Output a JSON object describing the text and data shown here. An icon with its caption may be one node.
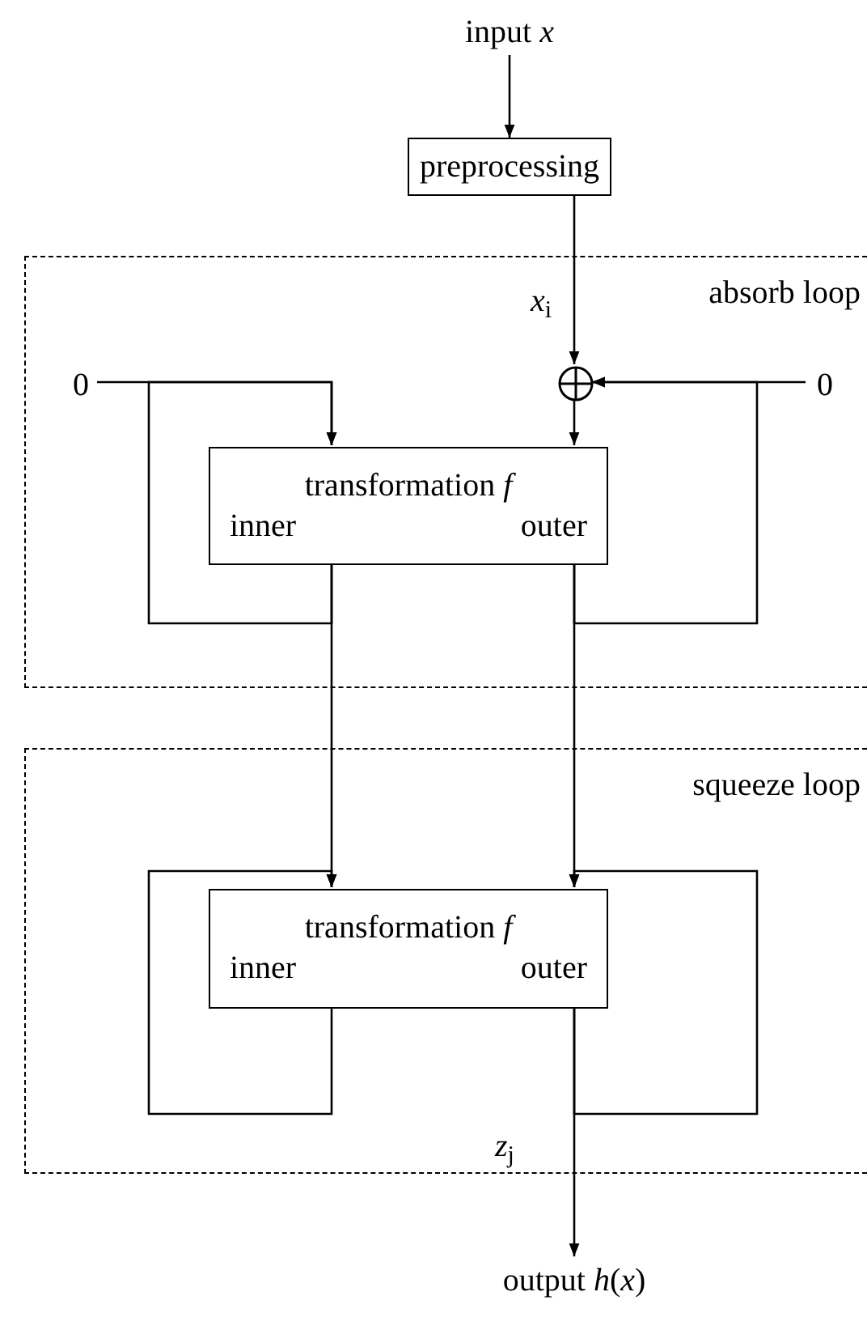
{
  "diagram": {
    "nodes": [
      {
        "text": [
          "input *x*"
        ]
      },
      {
        "text": [
          "preprocessing"
        ]
      },
      {
        "text": [
          "absorb loop"
        ]
      },
      {
        "text": [
          "0"
        ],
        "in": 2
      },
      {
        "text": [],
        "shape": "circle",
        "in": 2
      },
      {
        "text": [
          "0"
        ],
        "in": 2
      },
      {
        "text": [
          "transformation *f*",
          "inner",
          "outer"
        ],
        "in": 2
      },
      {
        "text": [
          "squeeze loop"
        ]
      },
      {
        "text": [
          "transformation *f*",
          "inner",
          "outer"
        ],
        "in": 7
      },
      {
        "text": [
          "output *h*(*x*)"
        ]
      }
    ],
    "edges": [
      {
        "from": 0,
        "to": 1,
        "arrow": "to"
      },
      {
        "from": 1,
        "to": 4,
        "arrow": "to",
        "label": "*x*$_{i}$"
      },
      {
        "from": 5,
        "to": 4,
        "arrow": "to"
      },
      {
        "from": 3,
        "to": 6,
        "arrow": "to"
      },
      {
        "from": 4,
        "to": 6,
        "arrow": "to"
      },
      {
        "from": 6,
        "to": 6,
        "arrow": "to"
      },
      {
        "from": 6,
        "to": 4,
        "arrow": "to"
      },
      {
        "from": 6,
        "to": 8,
        "arrow": "to"
      },
      {
        "from": 6,
        "to": 8,
        "arrow": "to"
      },
      {
        "from": 8,
        "to": 8,
        "arrow": "to"
      },
      {
        "from": 8,
        "to": 8,
        "arrow": "to"
      },
      {
        "from": 8,
        "to": 9,
        "arrow": "to",
        "label": "*z*$_{j}$"
      }
    ]
  }
}
